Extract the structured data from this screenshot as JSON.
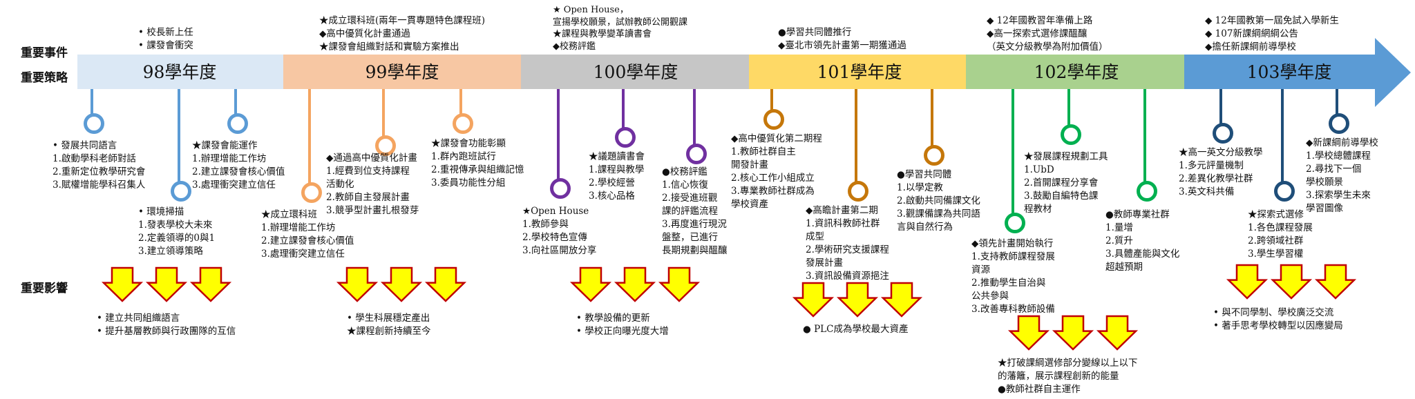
{
  "labels": {
    "events": "重要事件",
    "strategies": "重要策略",
    "impacts": "重要影響"
  },
  "years": [
    {
      "label": "98學年度",
      "color": "#dbe8f5"
    },
    {
      "label": "99學年度",
      "color": "#f7c7a3"
    },
    {
      "label": "100學年度",
      "color": "#c6c6c6"
    },
    {
      "label": "101學年度",
      "color": "#fed966"
    },
    {
      "label": "102學年度",
      "color": "#a9d18e"
    },
    {
      "label": "103學年度",
      "color": "#5b9bd5"
    }
  ],
  "events": [
    [
      "•  校長新上任",
      "•  課發會衝突"
    ],
    [
      "★成立環科班(兩年一貫專題特色課程班)",
      "◆高中優質化計畫通過",
      "★課發會組織對話和實驗方案推出"
    ],
    [
      "★  Open House，",
      "    宣揚學校願景，試辦教師公開觀課",
      "★課程與教學變革讀書會",
      "◆校務評鑑"
    ],
    [
      "●學習共同體推行",
      "◆臺北市領先計畫第一期獲通過"
    ],
    [
      "◆  12年國教習年準備上路",
      "◆高一探索式選修課醞釀",
      "    （英文分級教學為附加價值）"
    ],
    [
      "◆  12年國教第一屆免試入學新生",
      "◆  107新課綱網綱公告",
      "◆擔任新課綱前導學校"
    ]
  ],
  "strategies": [
    [
      "•  發展共同語言",
      "   1.啟動學科老師對話",
      "   2.重新定位教學研究會",
      "   3.賦權增能學科召集人"
    ],
    [
      "•  環境掃描",
      "   1.發表學校大未來",
      "   2.定義領導的0與1",
      "   3.建立領導策略"
    ],
    [
      "★課發會能運作",
      "  1.辦理增能工作坊",
      "  2.建立課發會核心價值",
      "  3.處理衝突建立信任"
    ],
    [
      "★成立環科班",
      "  1.辦理增能工作坊",
      "  2.建立課發會核心價值",
      "  3.處理衝突建立信任"
    ],
    [
      "◆通過高中優質化計畫",
      "  1.經費到位支持課程",
      "     活動化",
      "  2.教師自主發展計畫",
      "  3.競爭型計畫扎根發芽"
    ],
    [
      "★課發會功能彰顯",
      "  1.群內跑班試行",
      "  2.重視傳承與組織記憶",
      "  3.委員功能性分組"
    ],
    [
      "★Open House",
      "  1.教師參與",
      "  2.學校特色宣傳",
      "  3.向社區開放分享"
    ],
    [
      "★議題讀書會",
      "  1.課程與教學",
      "  2.學校經營",
      "  3.核心品格"
    ],
    [
      "●校務評鑑",
      "  1.信心恢復",
      "  2.接受進班觀",
      "     課的評鑑流程",
      "  3.再度進行現況",
      "     盤整，已進行",
      "     長期規劃與醞釀"
    ],
    [
      "◆高中優質化第二期程",
      "  1.教師社群自主",
      "     開發計畫",
      "  2.核心工作小組成立",
      "  3.專業教師社群成為",
      "     學校資產"
    ],
    [
      "◆高瞻計畫第二期",
      "  1.資訊科教師社群",
      "     成型",
      "  2.學術研究支援課程",
      "     發展計畫",
      "  3.資訊設備資源挹注"
    ],
    [
      "●學習共同體",
      "  1.以學定教",
      "  2.啟動共同備課文化",
      "  3.觀課備課為共同語",
      "     言與自然行為"
    ],
    [
      "★發展課程規劃工具",
      "  1.UbD",
      "  2.首開課程分享會",
      "  3.鼓勵自編特色課",
      "     程教材"
    ],
    [
      "◆領先計畫開始執行",
      "  1.支持教師課程發展",
      "     資源",
      "  2.推動學生自治與",
      "     公共參與",
      "  3.改善專科教師設備"
    ],
    [
      "●教師專業社群",
      "  1.量增",
      "  2.質升",
      "  3.具體產能與文化",
      "     超越預期"
    ],
    [
      "★高一英文分級教學",
      "  1.多元評量機制",
      "  2.差異化教學社群",
      "  3.英文科共備"
    ],
    [
      "★探索式選修",
      "  1.各色課程發展",
      "  2.跨領域社群",
      "  3.學生學習權"
    ],
    [
      "◆新課綱前導學校",
      "  1.學校總體課程",
      "  2.尋找下一個",
      "     學校願景",
      "  3.探索學生未來",
      "     學習圖像"
    ]
  ],
  "impacts": [
    [
      "•  建立共同組織語言",
      "•  提升基層教師與行政團隊的互信"
    ],
    [
      "•  學生科展穩定產出",
      "★課程創新持續至今"
    ],
    [
      "•  教學設備的更新",
      "•  學校正向曝光度大增"
    ],
    [
      "●  PLC成為學校最大資產"
    ],
    [
      "★打破課綱選修部分變線以上以下",
      "    的藩籬，展示課程創新的能量",
      "●教師社群自主運作"
    ],
    [
      "•  與不同學制、學校廣泛交流",
      "•  著手思考學校轉型以因應變局"
    ]
  ],
  "colors": {
    "pin98": "#5b9bd5",
    "pin99": "#f4a460",
    "pin100a": "#7030a0",
    "pin101": "#c5770a",
    "pin102": "#00b050",
    "pin103": "#1f4e79",
    "arrow_fill": "#ffff00",
    "arrow_stroke": "#c00000"
  }
}
